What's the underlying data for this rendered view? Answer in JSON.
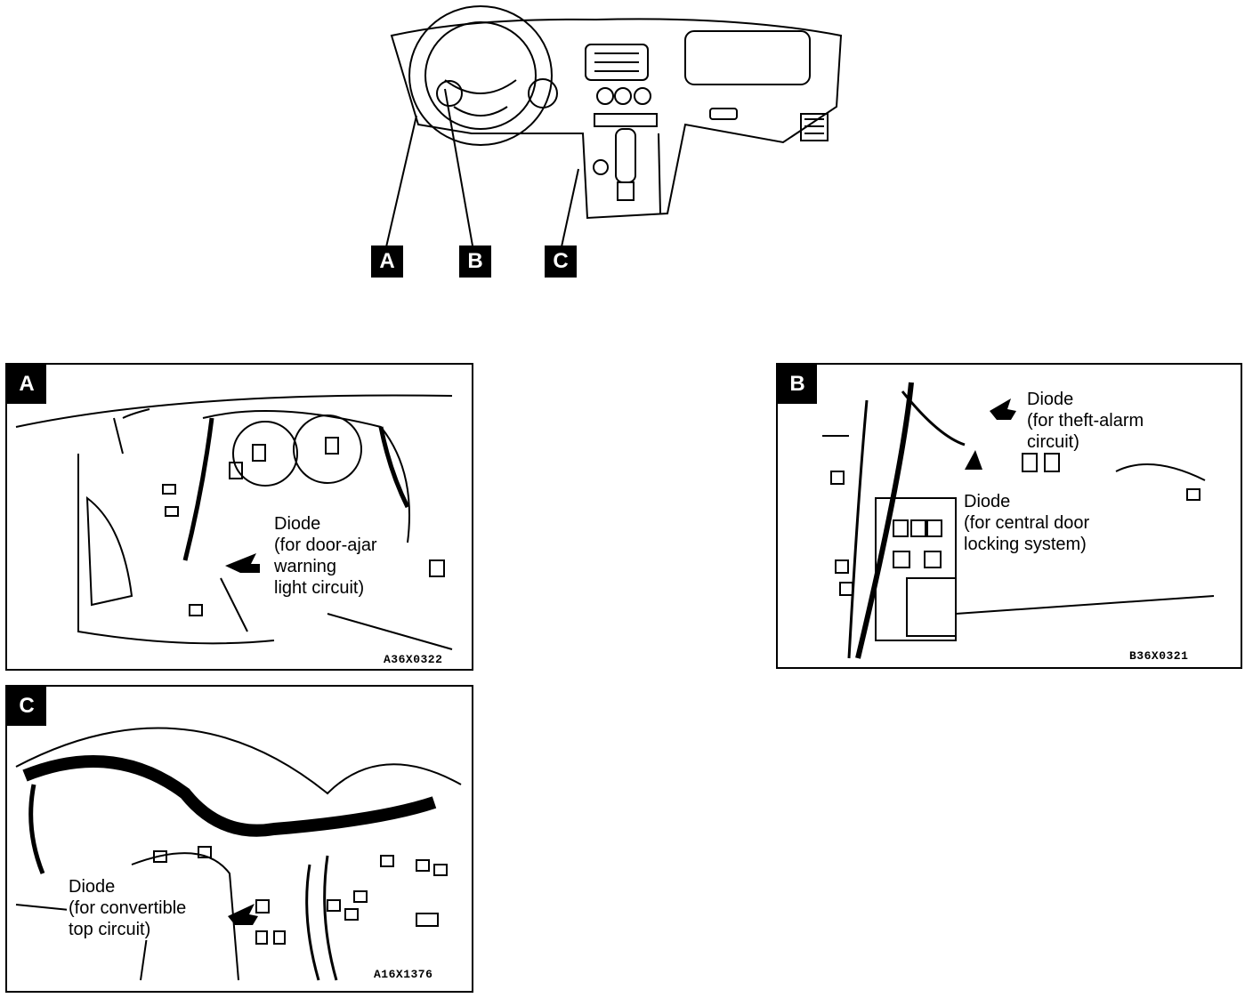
{
  "overview": {
    "callouts": [
      "A",
      "B",
      "C"
    ]
  },
  "panel_a": {
    "tag": "A",
    "label_lines": [
      "Diode",
      "(for   door-ajar",
      "warning",
      "light circuit)"
    ],
    "code": "A36X0322"
  },
  "panel_b": {
    "tag": "B",
    "label1_lines": [
      "Diode",
      "(for theft-alarm",
      "circuit)"
    ],
    "label2_lines": [
      "Diode",
      "(for central door",
      "locking system)"
    ],
    "code": "B36X0321"
  },
  "panel_c": {
    "tag": "C",
    "label_lines": [
      "Diode",
      "(for convertible",
      "top circuit)"
    ],
    "code": "A16X1376"
  }
}
